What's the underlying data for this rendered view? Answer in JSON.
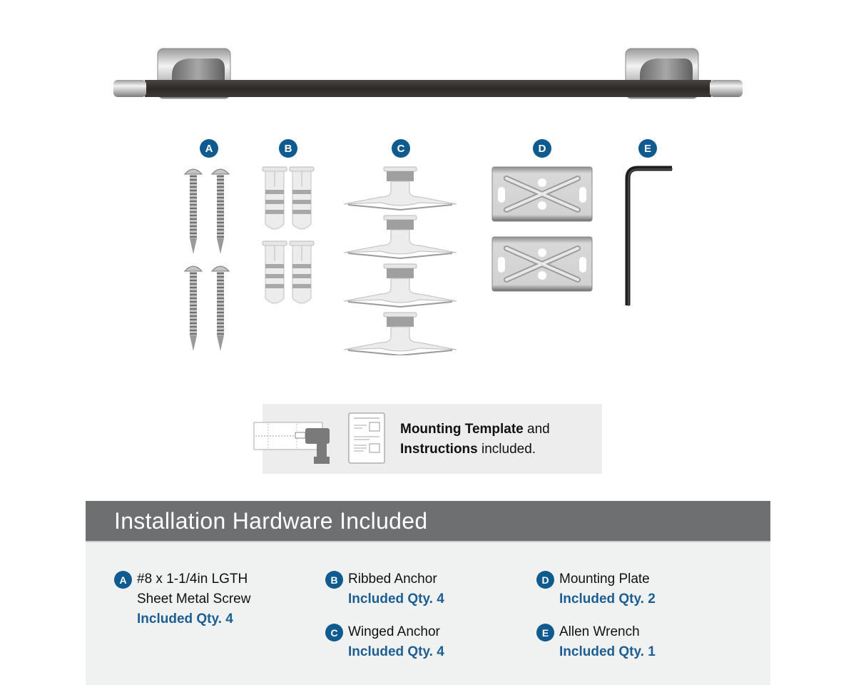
{
  "product": {
    "image": "towel-bar",
    "colors": {
      "bar": "#3a3634",
      "chrome": "#c8c8c8",
      "badge": "#0f5a8f",
      "qty_text": "#1d5e93",
      "header_bg": "#6e6f71",
      "panel_bg": "#f0f1f1",
      "template_bg": "#ededed"
    }
  },
  "parts": [
    {
      "letter": "A",
      "art": "sheet-metal-screws",
      "count": 4
    },
    {
      "letter": "B",
      "art": "ribbed-anchors",
      "count": 4
    },
    {
      "letter": "C",
      "art": "winged-anchors",
      "count": 4
    },
    {
      "letter": "D",
      "art": "mounting-plates",
      "count": 2
    },
    {
      "letter": "E",
      "art": "allen-wrench",
      "count": 1
    }
  ],
  "template_callout": {
    "bold1": "Mounting Template",
    "text1": " and",
    "bold2": "Instructions",
    "text2": " included."
  },
  "hardware": {
    "title": "Installation Hardware Included",
    "items": [
      {
        "letter": "A",
        "line1": "#8 x 1-1/4in LGTH",
        "line2": "Sheet Metal Screw",
        "qty": "Included Qty. 4"
      },
      {
        "letter": "B",
        "line1": "Ribbed Anchor",
        "qty": "Included Qty. 4"
      },
      {
        "letter": "C",
        "line1": "Winged Anchor",
        "qty": "Included Qty. 4"
      },
      {
        "letter": "D",
        "line1": "Mounting Plate",
        "qty": "Included Qty. 2"
      },
      {
        "letter": "E",
        "line1": "Allen Wrench",
        "qty": "Included Qty. 1"
      }
    ]
  }
}
